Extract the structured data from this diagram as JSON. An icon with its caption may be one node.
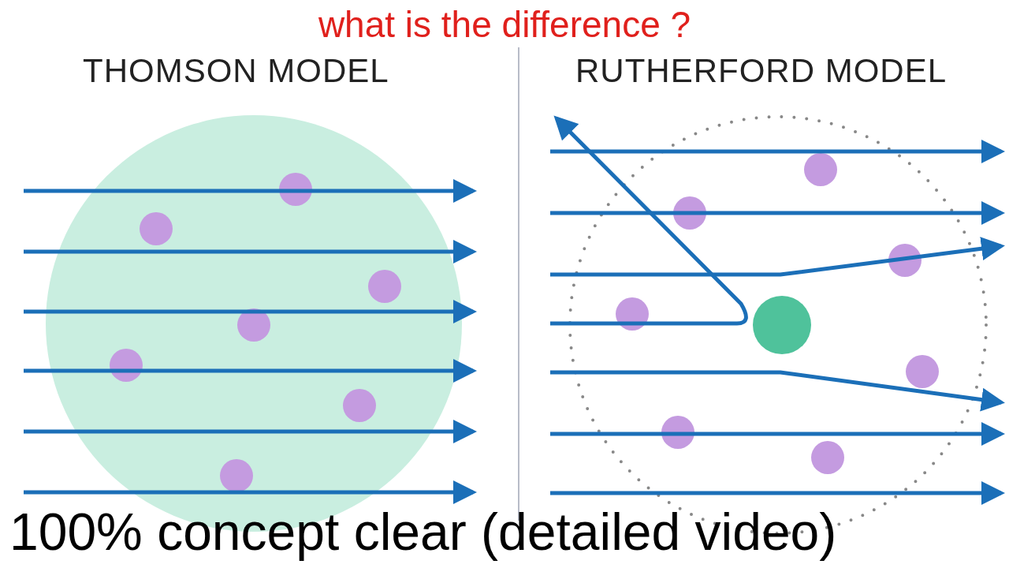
{
  "diagram": {
    "title": "what is the difference ?",
    "labels": [
      "THOMSON MODEL",
      "RUTHERFORD MODEL",
      "100% concept clear (detailed video)"
    ]
  }
}
